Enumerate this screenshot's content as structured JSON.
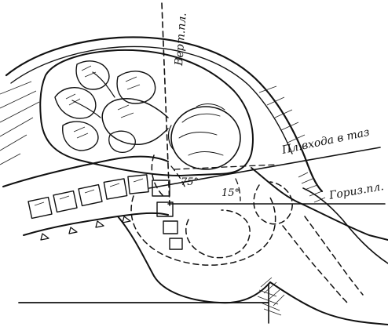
{
  "labels": {
    "vertical_plane": "Верт.пл.",
    "pelvic_inlet_plane": "Пл.входа в таз",
    "horizontal_plane": "Гориз.пл.",
    "angle_75": "75°",
    "angle_15": "15°"
  },
  "colors": {
    "ink": "#111111",
    "paper": "#ffffff"
  }
}
